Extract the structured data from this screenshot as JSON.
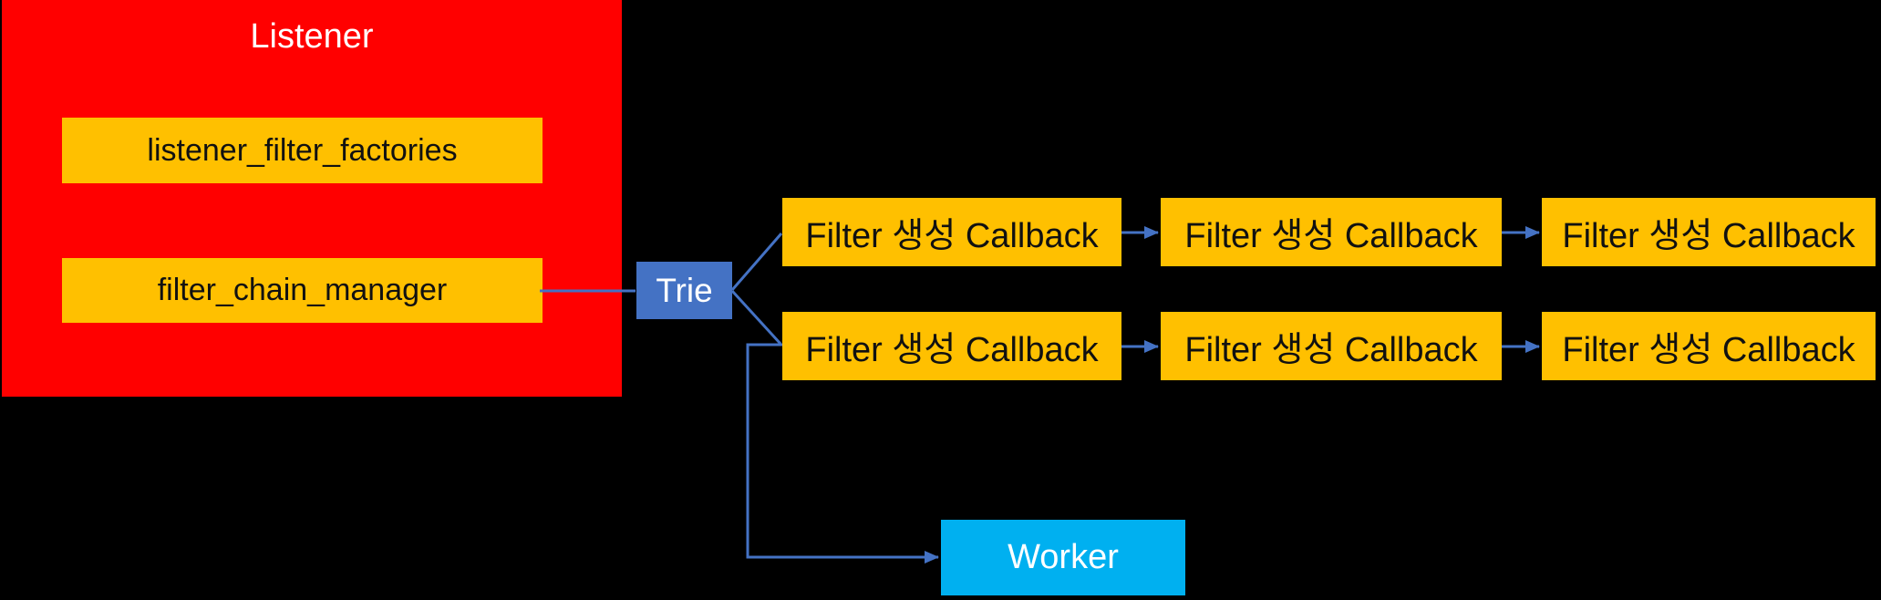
{
  "diagram": {
    "background_color": "#000000",
    "listener": {
      "title": "Listener",
      "container_color": "#FF0000",
      "title_text_color": "#FFFFFF",
      "children": [
        {
          "label": "listener_filter_factories"
        },
        {
          "label": "filter_chain_manager"
        }
      ],
      "child_box_color": "#FFC000",
      "child_text_color": "#000000"
    },
    "trie": {
      "label": "Trie",
      "color": "#4472C4",
      "text_color": "#FFFFFF"
    },
    "callback_grid": {
      "box_color": "#FFC000",
      "text_color": "#000000",
      "rows": [
        {
          "boxes": [
            "Filter 생성 Callback",
            "Filter 생성 Callback",
            "Filter 생성 Callback"
          ]
        },
        {
          "boxes": [
            "Filter 생성 Callback",
            "Filter 생성 Callback",
            "Filter 생성 Callback"
          ]
        }
      ]
    },
    "worker": {
      "label": "Worker",
      "color": "#00B0F0",
      "text_color": "#FFFFFF"
    },
    "connector_color": "#4472C4"
  }
}
